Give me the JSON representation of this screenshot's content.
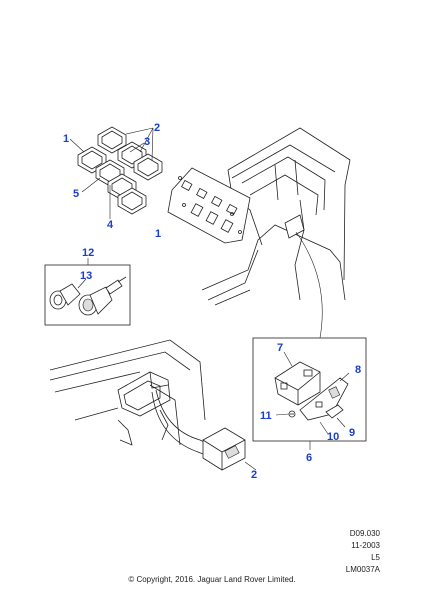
{
  "diagram": {
    "callouts": {
      "c1a": "1",
      "c2a": "2",
      "c3": "3",
      "c5": "5",
      "c4": "4",
      "c1b": "1",
      "c12": "12",
      "c13": "13",
      "c7": "7",
      "c8": "8",
      "c11": "11",
      "c10": "10",
      "c9": "9",
      "c6": "6",
      "c2b": "2"
    },
    "callout_color": "#1a3fc9"
  },
  "meta": {
    "code": "D09.030",
    "date": "11-2003",
    "level": "L5",
    "ref": "LM0037A",
    "copyright": "© Copyright, 2016. Jaguar Land Rover Limited."
  }
}
